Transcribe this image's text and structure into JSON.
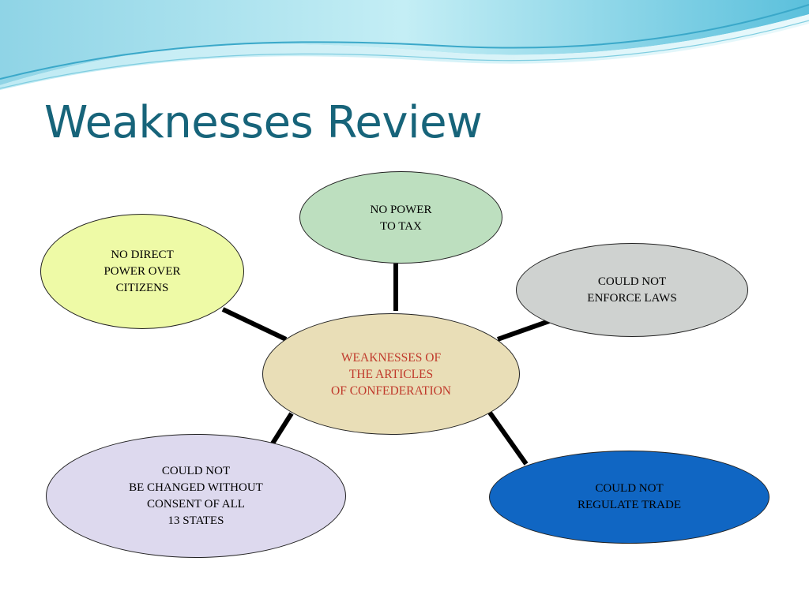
{
  "title": "Weaknesses Review",
  "colors": {
    "title": "#17647a",
    "center_text": "#c0392b",
    "connector": "#000000",
    "wave_dark": "#4bb3d3",
    "wave_light": "#b6e7f0"
  },
  "diagram": {
    "center": {
      "label": "WEAKNESSES OF\nTHE ARTICLES\nOF CONFEDERATION",
      "fill": "#e9deb7"
    },
    "nodes": [
      {
        "id": "tax",
        "label": "NO POWER\nTO TAX",
        "fill": "#bddfbf",
        "text_color": "#000000"
      },
      {
        "id": "direct",
        "label": "NO DIRECT\nPOWER OVER\nCITIZENS",
        "fill": "#eefaa6",
        "text_color": "#000000"
      },
      {
        "id": "enforce",
        "label": "COULD NOT\nENFORCE LAWS",
        "fill": "#cfd2d0",
        "text_color": "#000000"
      },
      {
        "id": "changed",
        "label": "COULD NOT\nBE CHANGED WITHOUT\nCONSENT OF ALL\n13 STATES",
        "fill": "#ddd9ee",
        "text_color": "#000000"
      },
      {
        "id": "trade",
        "label": "COULD NOT\nREGULATE TRADE",
        "fill": "#1066c3",
        "text_color": "#000000"
      }
    ]
  }
}
